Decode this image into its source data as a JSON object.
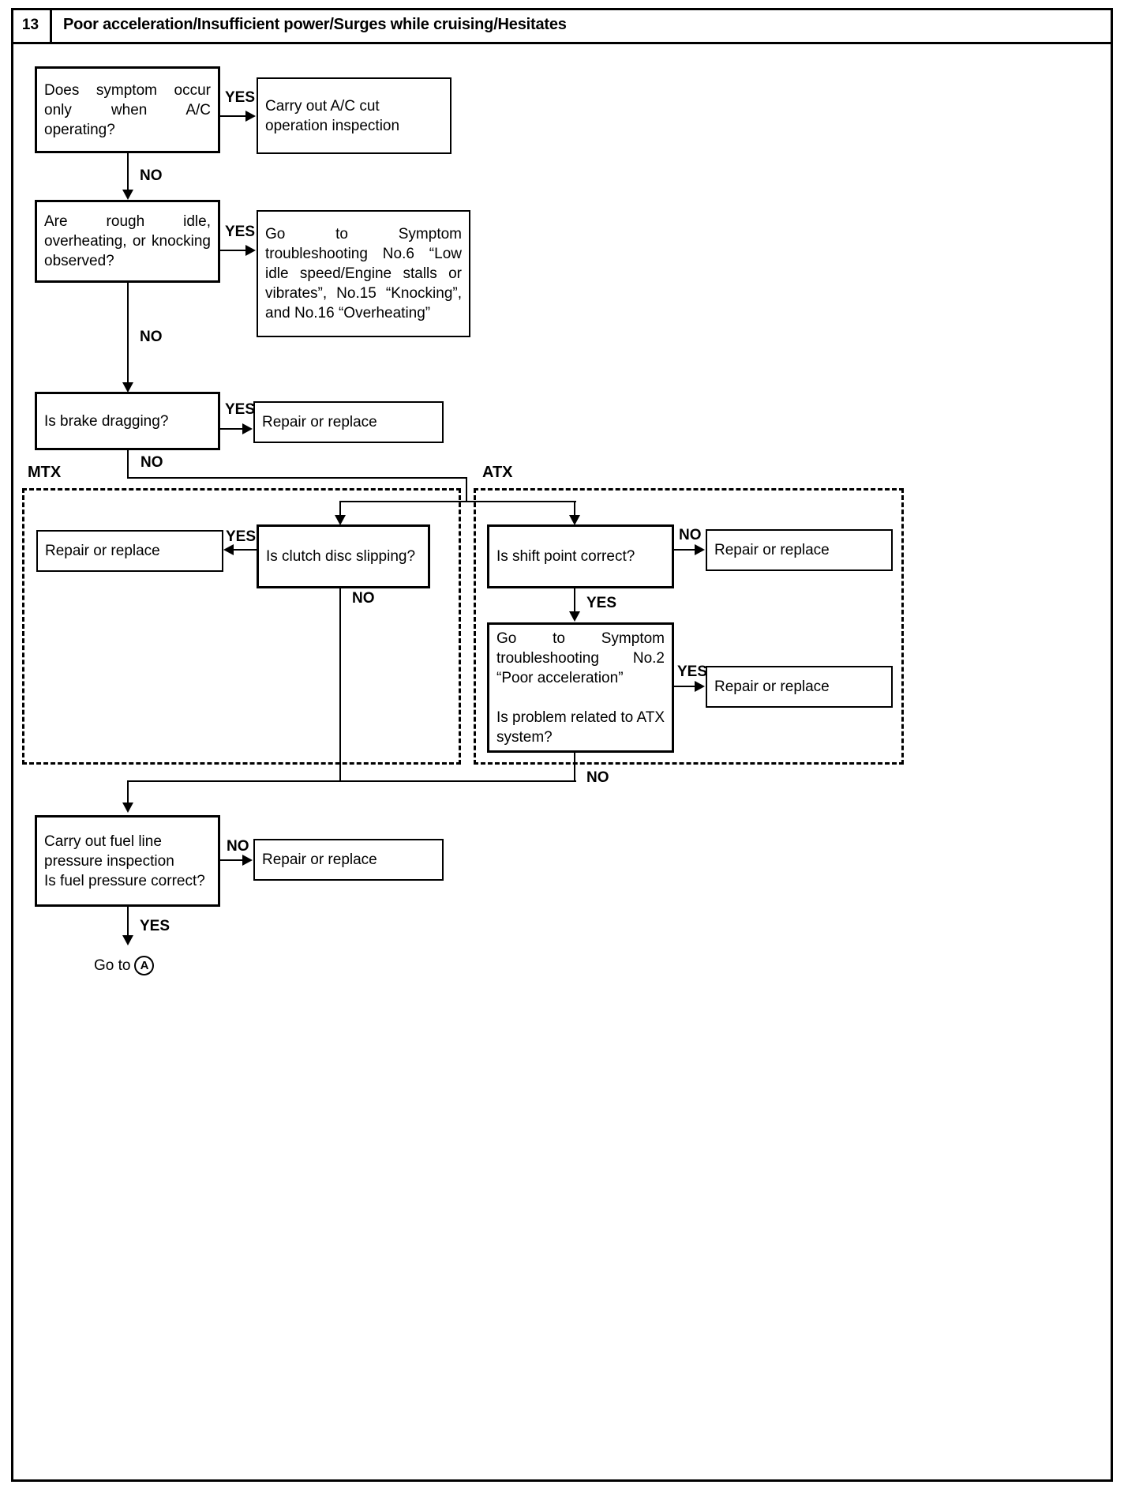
{
  "header": {
    "number": "13",
    "title": "Poor acceleration/Insufficient power/Surges while cruising/Hesitates"
  },
  "groups": {
    "mtx_label": "MTX",
    "atx_label": "ATX"
  },
  "nodes": {
    "q_ac": "Does symptom occur only when A/C operating?",
    "a_ac": "Carry out A/C cut operation inspection",
    "q_rough": "Are rough idle, overheating, or knocking observed?",
    "a_rough": "Go to Symptom troubleshooting No.6 “Low idle speed/Engine stalls or vibrates”, No.15 “Knocking”, and No.16 “Overheating”",
    "q_brake": "Is brake dragging?",
    "a_brake": "Repair or replace",
    "q_clutch": "Is clutch disc slipping?",
    "a_clutch": "Repair or replace",
    "q_shift": "Is shift point correct?",
    "a_shift": "Repair or replace",
    "q_atx": "Go to Symptom troubleshooting No.2 “Poor acceleration”\n\nIs problem related to ATX system?",
    "a_atx": "Repair or replace",
    "q_fuel": "Carry out fuel line pressure inspection\nIs fuel pressure correct?",
    "a_fuel": "Repair or replace",
    "goto_a_prefix": "Go to",
    "goto_a_ref": "A"
  },
  "edges": {
    "ac_yes": "YES",
    "ac_no": "NO",
    "rough_yes": "YES",
    "rough_no": "NO",
    "brake_yes": "YES",
    "brake_no": "NO",
    "clutch_yes": "YES",
    "clutch_no": "NO",
    "shift_no": "NO",
    "shift_yes": "YES",
    "atx_yes": "YES",
    "atx_no": "NO",
    "fuel_no": "NO",
    "fuel_yes": "YES"
  },
  "colors": {
    "ink": "#000000",
    "paper": "#ffffff"
  }
}
